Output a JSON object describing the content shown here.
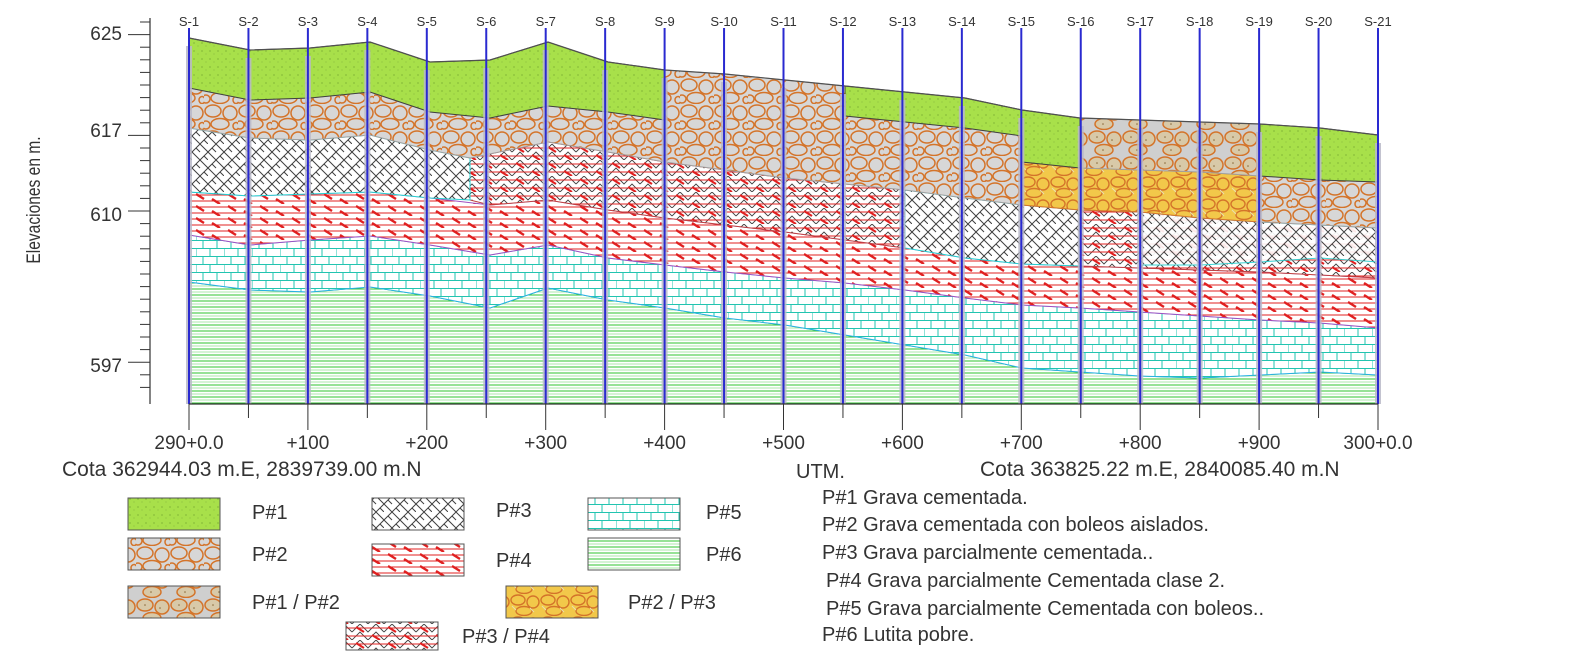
{
  "y_axis": {
    "label": "Elevaciones en m.",
    "ticks": [
      "625",
      "617",
      "610",
      "597"
    ]
  },
  "boreholes": [
    "S-1",
    "S-2",
    "S-3",
    "S-4",
    "S-5",
    "S-6",
    "S-7",
    "S-8",
    "S-9",
    "S-10",
    "S-11",
    "S-12",
    "S-13",
    "S-14",
    "S-15",
    "S-16",
    "S-17",
    "S-18",
    "S-19",
    "S-20",
    "S-21"
  ],
  "x_axis": {
    "ticks": [
      "290+0.0",
      "+100",
      "+200",
      "+300",
      "+400",
      "+500",
      "+600",
      "+700",
      "+800",
      "+900",
      "300+0.0"
    ],
    "start_coord": "Cota 362944.03 m.E, 2839739.00 m.N",
    "utm_label": "UTM.",
    "end_coord": "Cota 363825.22 m.E, 2840085.40 m.N"
  },
  "legend": {
    "p1": "P#1",
    "p2": "P#2",
    "p3": "P#3",
    "p4": "P#4",
    "p5": "P#5",
    "p6": "P#6",
    "p1_p2": "P#1 / P#2",
    "p2_p3": "P#2 / P#3",
    "p3_p4": "P#3 / P#4"
  },
  "descriptions": [
    "P#1 Grava cementada.",
    "P#2 Grava cementada con boleos aislados.",
    "P#3 Grava parcialmente cementada..",
    "P#4 Grava parcialmente Cementada clase 2.",
    "P#5 Grava parcialmente Cementada con boleos..",
    "P#6 Lutita pobre."
  ],
  "colors": {
    "p1_fill": "#a8e04a",
    "p2_fill": "#d7d7d7",
    "p2_stroke": "#d4742a",
    "p3_stroke": "#404040",
    "p4_stroke": "#e02020",
    "p5_stroke": "#22c4b0",
    "p6_stroke": "#2ec42e",
    "p2_p3_fill": "#f2c84a",
    "borehole": "#2a2ad0"
  }
}
